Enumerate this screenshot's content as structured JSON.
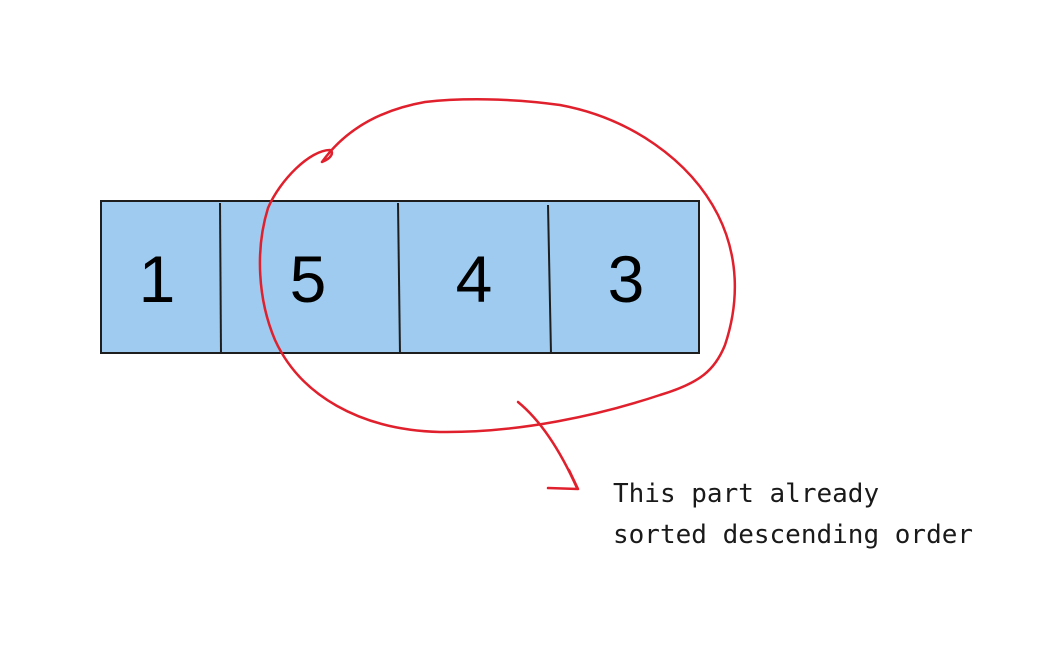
{
  "array": {
    "cells": [
      "1",
      "5",
      "4",
      "3"
    ],
    "fill_color": "#9ecbef",
    "border_color": "#1e1e1e"
  },
  "annotation": {
    "line1": "This part already",
    "line2": "sorted descending order",
    "ink_color": "#e0202c"
  }
}
